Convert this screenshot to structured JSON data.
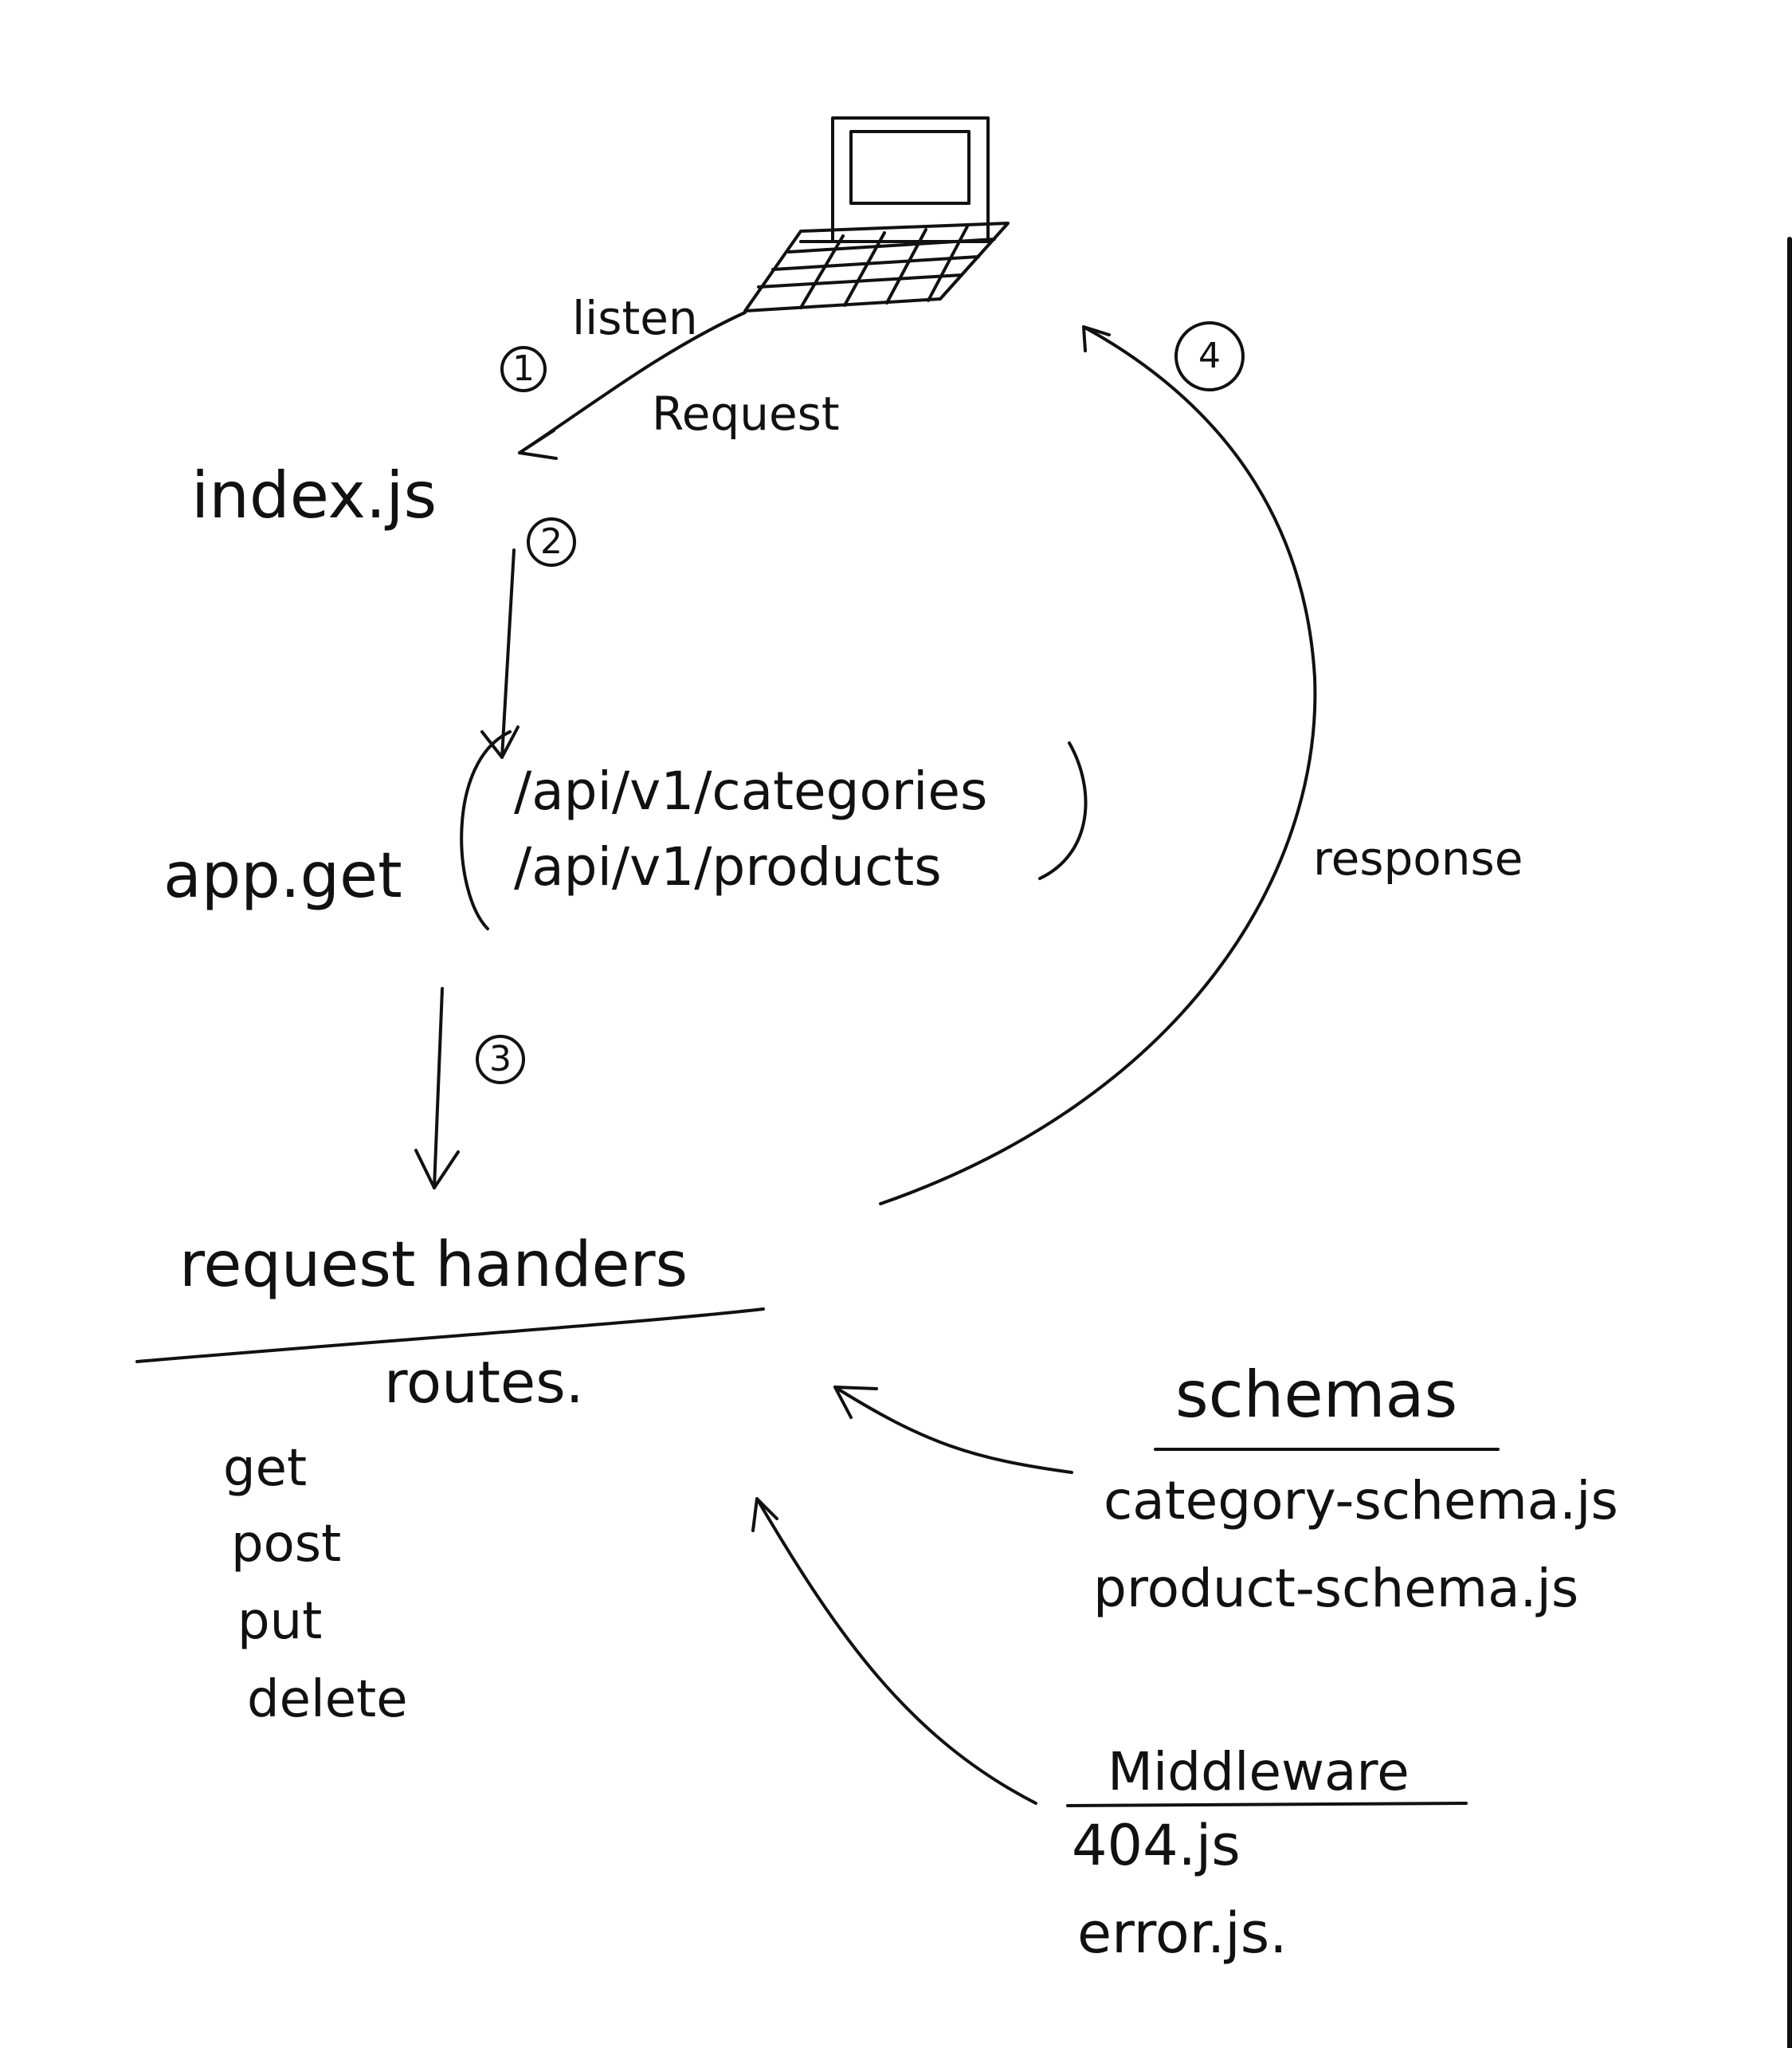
{
  "nodes": {
    "listen": "listen",
    "request": "Request",
    "index": "index.js",
    "app_get": "app.get",
    "route_categories": "/api/v1/categories",
    "route_products": "/api/v1/products",
    "request_handlers": "request handers",
    "routes": "routes.",
    "method_get": "get",
    "method_post": "post",
    "method_put": "put",
    "method_delete": "delete",
    "response": "response",
    "schemas": "schemas",
    "category_schema": "category-schema.js",
    "product_schema": "product-schema.js",
    "middleware": "Middleware",
    "file_404": "404.js",
    "file_error": "error.js."
  },
  "steps": [
    "1",
    "2",
    "3",
    "4"
  ]
}
